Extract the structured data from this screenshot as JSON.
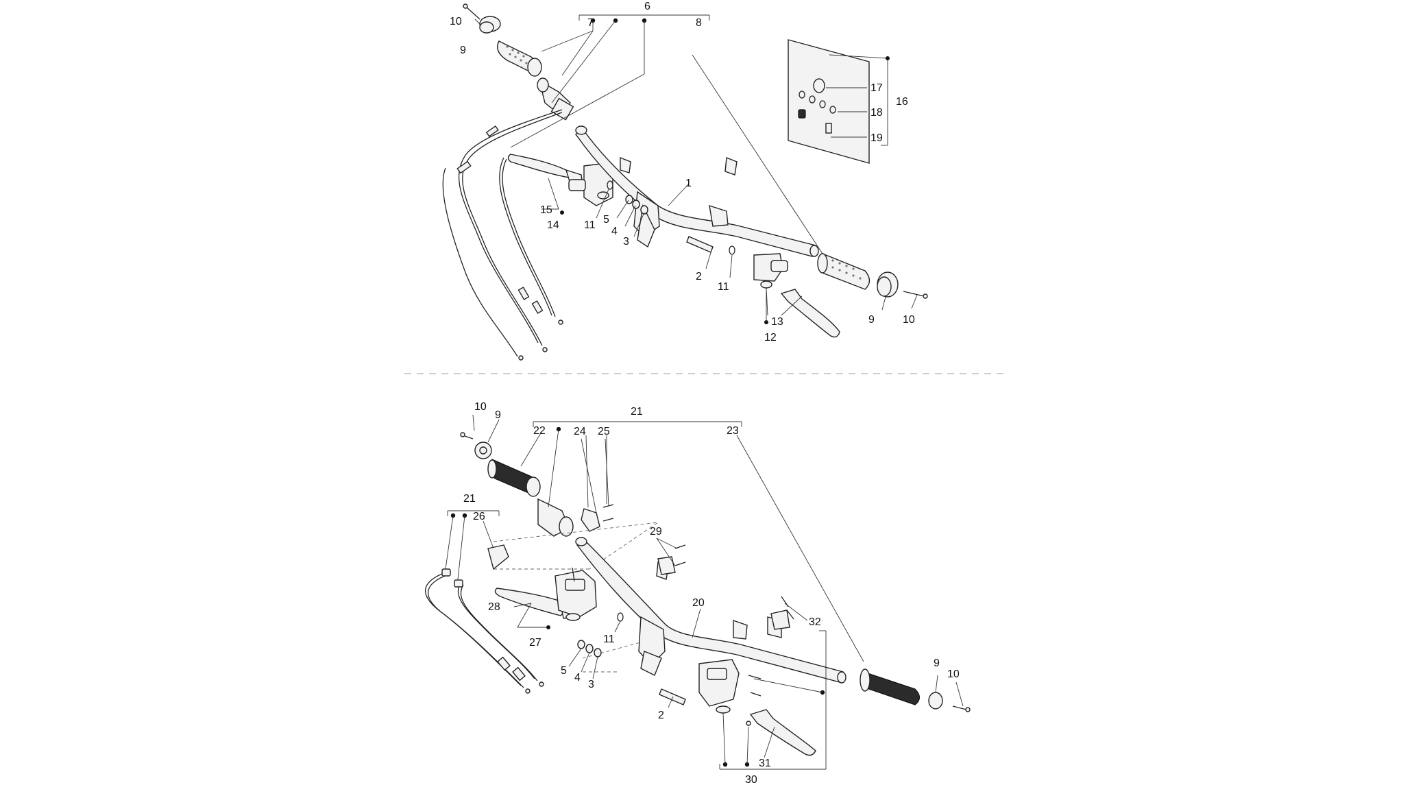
{
  "upper_assembly": {
    "callouts": [
      "10",
      "9",
      "7",
      "6",
      "8",
      "17",
      "16",
      "18",
      "19",
      "1",
      "15",
      "14",
      "11",
      "5",
      "4",
      "3",
      "2",
      "11",
      "9",
      "10",
      "13",
      "12"
    ]
  },
  "lower_assembly": {
    "callouts": [
      "10",
      "9",
      "22",
      "21",
      "24",
      "25",
      "23",
      "21",
      "26",
      "29",
      "20",
      "32",
      "28",
      "27",
      "11",
      "5",
      "4",
      "3",
      "2",
      "9",
      "10",
      "31",
      "30"
    ]
  }
}
